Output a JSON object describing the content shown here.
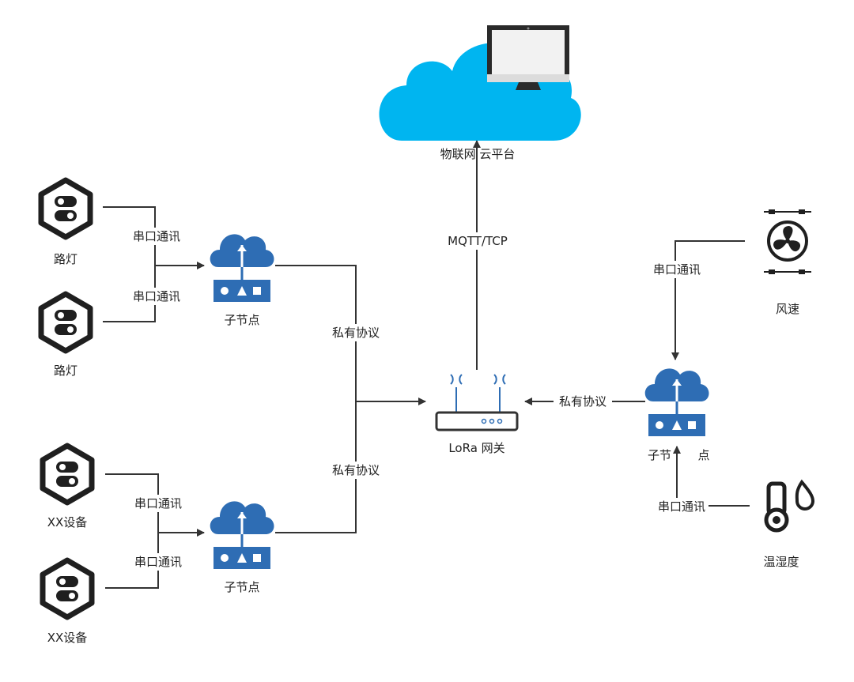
{
  "colors": {
    "cloud": "#00b5f0",
    "node_blue": "#2e6db4",
    "line": "#333333",
    "icon_dark": "#1f1f1f",
    "label_bg": "#ffffff"
  },
  "cloud_platform": {
    "label": "物联网 云平台",
    "icons": [
      "cloud-icon",
      "monitor-icon"
    ]
  },
  "gateway": {
    "label": "LoRa  网关",
    "icon": "router-icon"
  },
  "subnodes": [
    {
      "id": "subnode-top-left",
      "label": "子节点",
      "icon": "cloud-upload-node-icon"
    },
    {
      "id": "subnode-bottom-left",
      "label": "子节点",
      "icon": "cloud-upload-node-icon"
    },
    {
      "id": "subnode-right",
      "label": "子节",
      "label_suffix": "点",
      "icon": "cloud-upload-node-icon"
    }
  ],
  "devices": [
    {
      "id": "streetlight-1",
      "label": "路灯",
      "icon": "switch-hex-icon"
    },
    {
      "id": "streetlight-2",
      "label": "路灯",
      "icon": "switch-hex-icon"
    },
    {
      "id": "xx-device-1",
      "label": "XX设备",
      "icon": "switch-hex-icon"
    },
    {
      "id": "xx-device-2",
      "label": "XX设备",
      "icon": "switch-hex-icon"
    },
    {
      "id": "wind-speed",
      "label": "风速",
      "icon": "fan-icon"
    },
    {
      "id": "temp-humidity",
      "label": "温湿度",
      "icon": "thermometer-drop-icon"
    }
  ],
  "edge_labels": {
    "serial": "串口通讯",
    "private": "私有协议",
    "mqtt": "MQTT/TCP"
  }
}
